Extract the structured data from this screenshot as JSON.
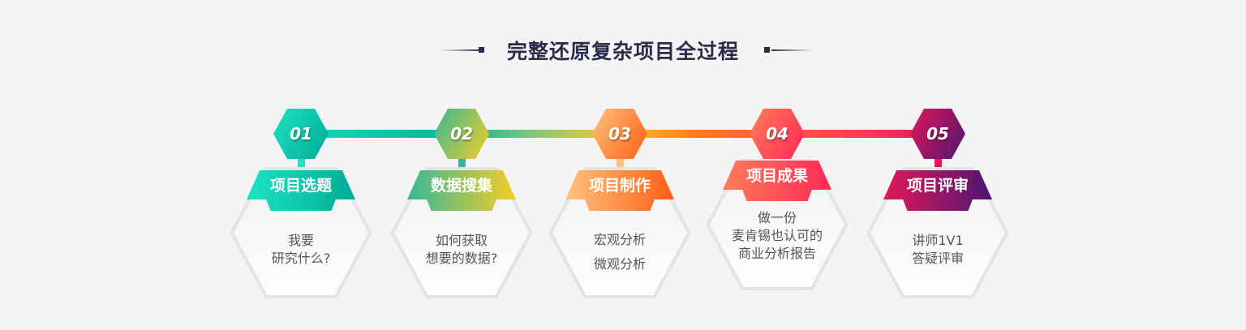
{
  "title": "完整还原复杂项目全过程",
  "steps": [
    {
      "number": "01",
      "label": "项目选题",
      "lines": [
        "我要",
        "研究什么?"
      ],
      "color_start": "#1de3c4",
      "color_end": "#00ab95"
    },
    {
      "number": "02",
      "label": "数据搜集",
      "lines": [
        "如何获取",
        "想要的数据?"
      ],
      "color_start": "#35b896",
      "color_end": "#f7cc28"
    },
    {
      "number": "03",
      "label": "项目制作",
      "lines": [
        "宏观分析",
        "微观分析"
      ],
      "color_start": "#ffc27c",
      "color_end": "#ff5e14"
    },
    {
      "number": "04",
      "label": "项目成果",
      "lines": [
        "做一份",
        "麦肯锡也认可的",
        "商业分析报告"
      ],
      "color_start": "#ff7c58",
      "color_end": "#ff2857"
    },
    {
      "number": "05",
      "label": "项目评审",
      "lines": [
        "讲师1V1",
        "答疑评审"
      ],
      "color_start": "#e3185a",
      "color_end": "#4c1570"
    }
  ]
}
